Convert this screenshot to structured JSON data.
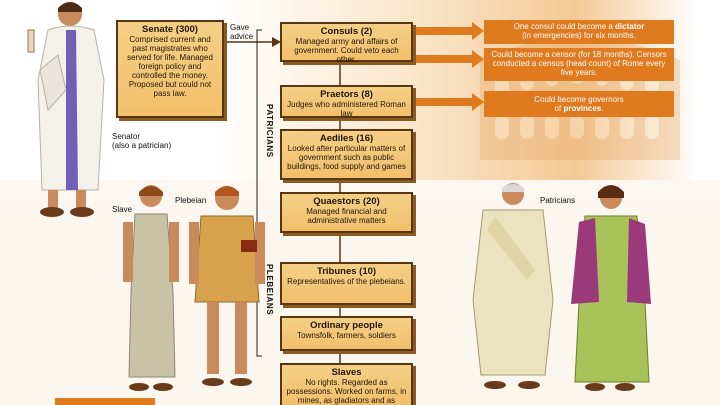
{
  "labels": {
    "gave_advice": "Gave\nadvice",
    "senator": "Senator\n(also a patrician)",
    "slave": "Slave",
    "plebeian": "Plebeian",
    "patricians_fig": "Patricians",
    "patricians_side": "PATRICIANS",
    "plebeians_side": "PLEBEIANS"
  },
  "senate": {
    "title": "Senate (300)",
    "desc": "Comprised current and past magistrates who served for life. Managed foreign policy and controlled the money. Proposed but could not pass law."
  },
  "hierarchy": [
    {
      "title": "Consuls (2)",
      "desc": "Managed army and affairs of government. Could veto each other."
    },
    {
      "title": "Praetors (8)",
      "desc": "Judges who administered Roman law"
    },
    {
      "title": "Aediles (16)",
      "desc": "Looked after particular matters of government such as public buildings, food supply and games"
    },
    {
      "title": "Quaestors (20)",
      "desc": "Managed financial and administrative matters"
    },
    {
      "title": "Tribunes (10)",
      "desc": "Representatives of the plebeians."
    },
    {
      "title": "Ordinary people",
      "desc": "Townsfolk, farmers, soldiers"
    },
    {
      "title": "Slaves",
      "desc": "No rights. Regarded as possessions. Worked on farms, in mines, as gladiators and as prostitutes."
    }
  ],
  "side_notes": {
    "dictator": {
      "pre": "One consul could become a ",
      "bold": "dictator",
      "post": "\n(in emergencies) for six months."
    },
    "censor": {
      "text": "Could become a censor (for 18 months). Censors conducted a census (head count) of Rome every five years."
    },
    "governors": {
      "pre": "Could become governors\nof ",
      "bold": "provinces",
      "post": "."
    }
  },
  "colors": {
    "box": "#f1c06c",
    "border": "#5a3512",
    "accent": "#e07a1e",
    "arrow": "#e07a1e"
  }
}
